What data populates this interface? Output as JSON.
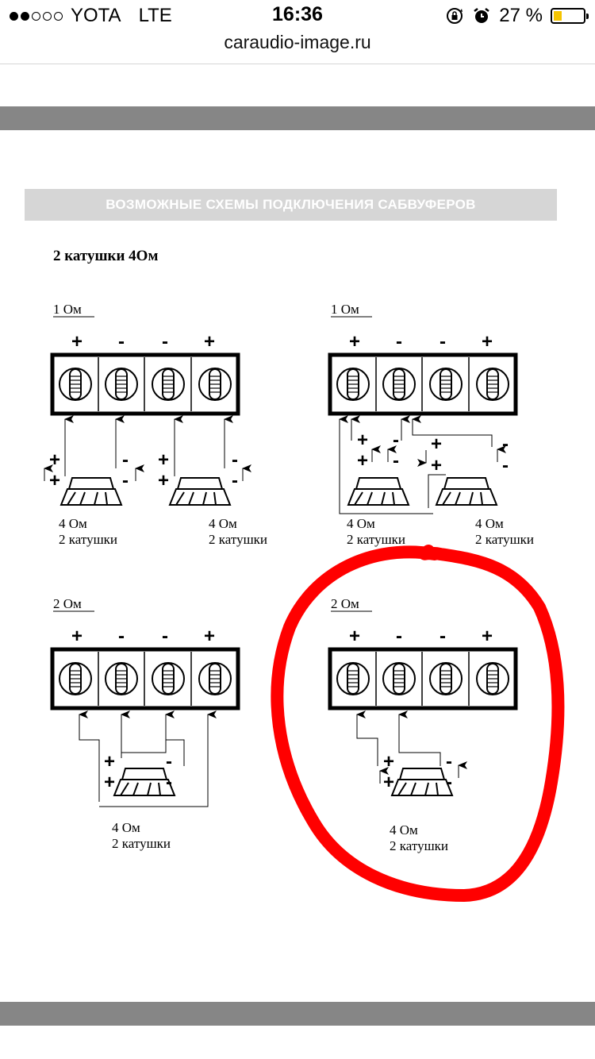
{
  "status_bar": {
    "carrier": "YOTA",
    "network": "LTE",
    "time": "16:36",
    "battery_percent": "27 %",
    "battery_level": 0.27,
    "icons": [
      "rotation-lock-icon",
      "alarm-icon"
    ]
  },
  "browser": {
    "url": "caraudio-image.ru"
  },
  "page": {
    "banner": "ВОЗМОЖНЫЕ СХЕМЫ ПОДКЛЮЧЕНИЯ САБВУФЕРОВ",
    "subtitle": "2 катушки 4Ом",
    "diagrams": [
      {
        "title": "1 Ом",
        "terminals": [
          "+",
          "-",
          "-",
          "+"
        ],
        "labels": [
          {
            "ohm": "4 Ом",
            "coils": "2 катушки"
          },
          {
            "ohm": "4 Ом",
            "coils": "2 катушки"
          }
        ]
      },
      {
        "title": "1 Ом",
        "terminals": [
          "+",
          "-",
          "-",
          "+"
        ],
        "labels": [
          {
            "ohm": "4 Ом",
            "coils": "2 катушки"
          },
          {
            "ohm": "4 Ом",
            "coils": "2 катушки"
          }
        ]
      },
      {
        "title": "2 Ом",
        "terminals": [
          "+",
          "-",
          "-",
          "+"
        ],
        "labels": [
          {
            "ohm": "4 Ом",
            "coils": "2 катушки"
          }
        ]
      },
      {
        "title": "2 Ом",
        "terminals": [
          "+",
          "-",
          "-",
          "+"
        ],
        "labels": [
          {
            "ohm": "4 Ом",
            "coils": "2 катушки"
          }
        ]
      }
    ],
    "highlight_color": "#ff0000"
  }
}
